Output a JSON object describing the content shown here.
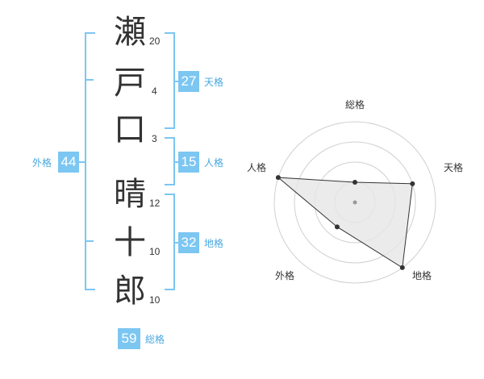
{
  "name": {
    "chars": [
      {
        "char": "瀬",
        "strokes": "20"
      },
      {
        "char": "戸",
        "strokes": "4"
      },
      {
        "char": "口",
        "strokes": "3"
      },
      {
        "char": "晴",
        "strokes": "12"
      },
      {
        "char": "十",
        "strokes": "10"
      },
      {
        "char": "郎",
        "strokes": "10"
      }
    ]
  },
  "kakusu": {
    "tenkaku": {
      "value": "27",
      "label": "天格"
    },
    "jinkaku": {
      "value": "15",
      "label": "人格"
    },
    "chikaku": {
      "value": "32",
      "label": "地格"
    },
    "gaikaku": {
      "value": "44",
      "label": "外格"
    },
    "soukaku": {
      "value": "59",
      "label": "総格"
    }
  },
  "radar": {
    "labels": {
      "soukaku": "総格",
      "tenkaku": "天格",
      "chikaku": "地格",
      "gaikaku": "外格",
      "jinkaku": "人格"
    },
    "levels": 4,
    "values": {
      "soukaku": 1,
      "tenkaku": 3,
      "chikaku": 4,
      "gaikaku": 1.5,
      "jinkaku": 4
    },
    "colors": {
      "ring": "#d0d0d0",
      "fill": "#e6e6e6",
      "line": "#333333",
      "point": "#333333",
      "center": "#999999"
    }
  },
  "colors": {
    "accent": "#7cc6f2",
    "accent_text": "#4aa8e0",
    "bracket": "#7cc6f2"
  }
}
